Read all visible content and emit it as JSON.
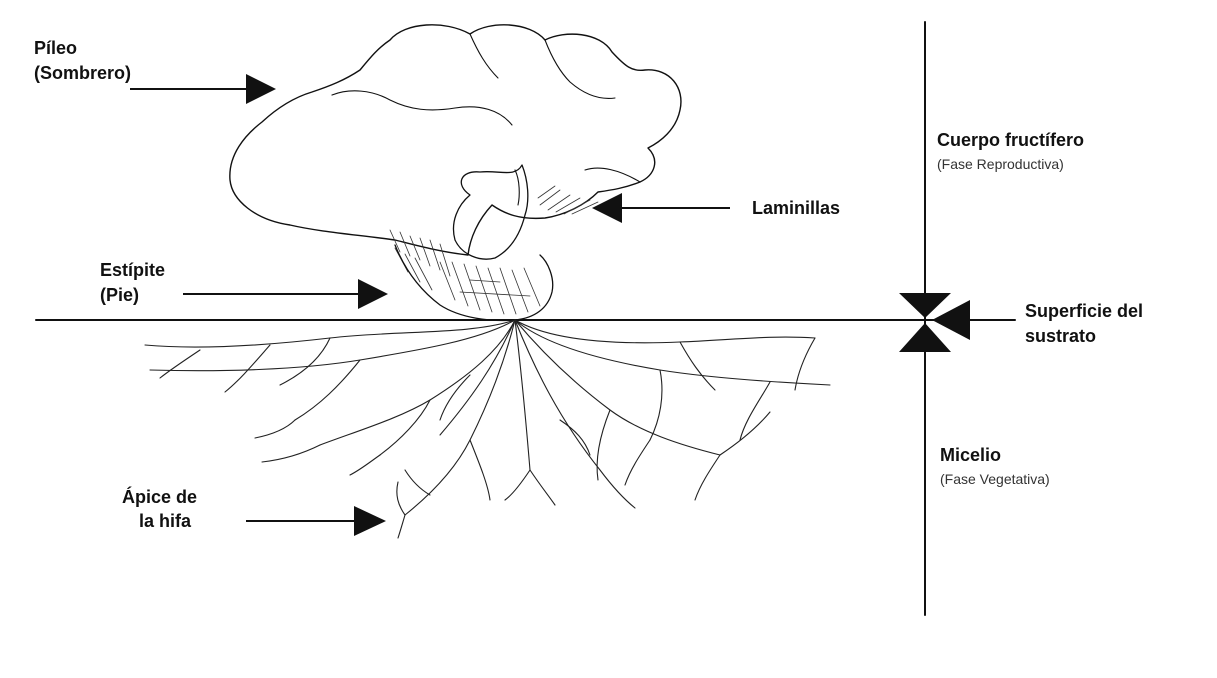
{
  "labels": {
    "pileo": "Píleo",
    "pileo_sub": "(Sombrero)",
    "laminillas": "Laminillas",
    "estipite": "Estípite",
    "estipite_sub": "(Pie)",
    "apice_line1": "Ápice de",
    "apice_line2": "la hifa",
    "cuerpo": "Cuerpo  fructífero",
    "cuerpo_sub": "(Fase Reproductiva)",
    "superficie_line1": "Superficie del",
    "superficie_line2": "sustrato",
    "micelio": "Micelio",
    "micelio_sub": "(Fase Vegetativa)"
  },
  "colors": {
    "ink": "#111111",
    "background": "#ffffff"
  }
}
